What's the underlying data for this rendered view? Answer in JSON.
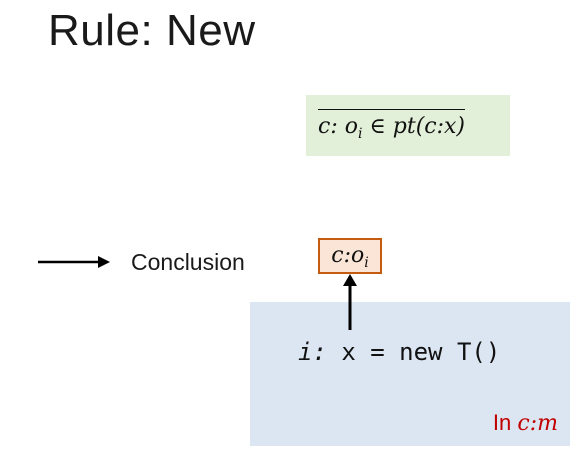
{
  "slide": {
    "title": "Rule: New",
    "legend": {
      "label": "Conclusion"
    },
    "rule": {
      "premise": "",
      "conclusion": {
        "context": "c",
        "sep": ":",
        "object": "o",
        "object_subscript": "i",
        "in_symbol": "∈",
        "pt_expr": "pt(c:x)"
      }
    },
    "conclusion_node": {
      "context": "c",
      "sep": ":",
      "object": "o",
      "object_subscript": "i"
    },
    "method_box": {
      "statement_label": "i:",
      "statement_code": "x = new T()",
      "context_prefix": "In ",
      "context": "c:m"
    }
  },
  "colors": {
    "rule_box_bg": "#e2efd9",
    "method_box_bg": "#dce6f2",
    "conclusion_box_bg": "#fbe5d6",
    "conclusion_box_border": "#c55a11",
    "context_label": "#c00000",
    "arrow": "#000000"
  },
  "icons": {
    "legend_arrow": "right-arrow-icon",
    "derivation_arrow": "up-arrow-icon"
  }
}
